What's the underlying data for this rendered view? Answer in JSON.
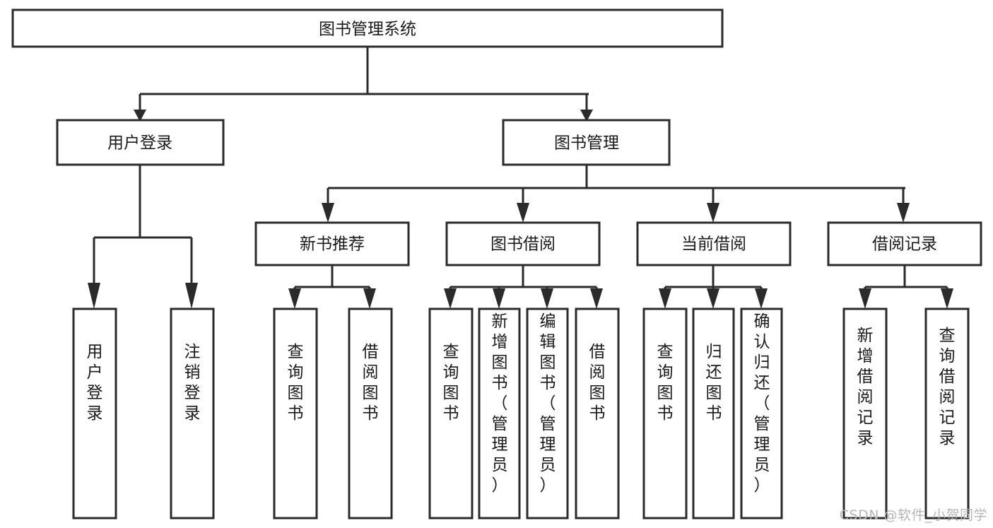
{
  "diagram": {
    "title": "图书管理系统",
    "type": "tree",
    "root": {
      "id": "root",
      "label": "图书管理系统",
      "orientation": "horizontal"
    },
    "level2": [
      {
        "id": "user-login",
        "label": "用户登录",
        "orientation": "horizontal"
      },
      {
        "id": "book-manage",
        "label": "图书管理",
        "orientation": "horizontal"
      }
    ],
    "level3": [
      {
        "id": "new-book-recommend",
        "label": "新书推荐",
        "orientation": "horizontal",
        "parent": "book-manage"
      },
      {
        "id": "book-borrow",
        "label": "图书借阅",
        "orientation": "horizontal",
        "parent": "book-manage"
      },
      {
        "id": "current-borrow",
        "label": "当前借阅",
        "orientation": "horizontal",
        "parent": "book-manage"
      },
      {
        "id": "borrow-record",
        "label": "借阅记录",
        "orientation": "horizontal",
        "parent": "book-manage"
      }
    ],
    "leaves": [
      {
        "id": "leaf-user-login",
        "label": "用户登录",
        "orientation": "vertical",
        "parent": "user-login"
      },
      {
        "id": "leaf-user-logout",
        "label": "注销登录",
        "orientation": "vertical",
        "parent": "user-login"
      },
      {
        "id": "leaf-query-book-1",
        "label": "查询图书",
        "orientation": "vertical",
        "parent": "new-book-recommend"
      },
      {
        "id": "leaf-borrow-book-1",
        "label": "借阅图书",
        "orientation": "vertical",
        "parent": "new-book-recommend"
      },
      {
        "id": "leaf-query-book-2",
        "label": "查询图书",
        "orientation": "vertical",
        "parent": "book-borrow"
      },
      {
        "id": "leaf-add-book",
        "label": "新增图书（管理员）",
        "orientation": "vertical",
        "parent": "book-borrow"
      },
      {
        "id": "leaf-edit-book",
        "label": "编辑图书（管理员）",
        "orientation": "vertical",
        "parent": "book-borrow"
      },
      {
        "id": "leaf-borrow-book-2",
        "label": "借阅图书",
        "orientation": "vertical",
        "parent": "book-borrow"
      },
      {
        "id": "leaf-query-book-3",
        "label": "查询图书",
        "orientation": "vertical",
        "parent": "current-borrow"
      },
      {
        "id": "leaf-return-book",
        "label": "归还图书",
        "orientation": "vertical",
        "parent": "current-borrow"
      },
      {
        "id": "leaf-confirm-return",
        "label": "确认归还（管理员）",
        "orientation": "vertical",
        "parent": "current-borrow"
      },
      {
        "id": "leaf-add-record",
        "label": "新增借阅记录",
        "orientation": "vertical",
        "parent": "borrow-record"
      },
      {
        "id": "leaf-query-record",
        "label": "查询借阅记录",
        "orientation": "vertical",
        "parent": "borrow-record"
      }
    ]
  },
  "watermark": {
    "text": "CSDN @软件_小贺同学"
  },
  "colors": {
    "stroke": "#2b2b2b",
    "fill": "#ffffff",
    "text": "#1a1a1a",
    "watermark": "#b6b6b6"
  }
}
